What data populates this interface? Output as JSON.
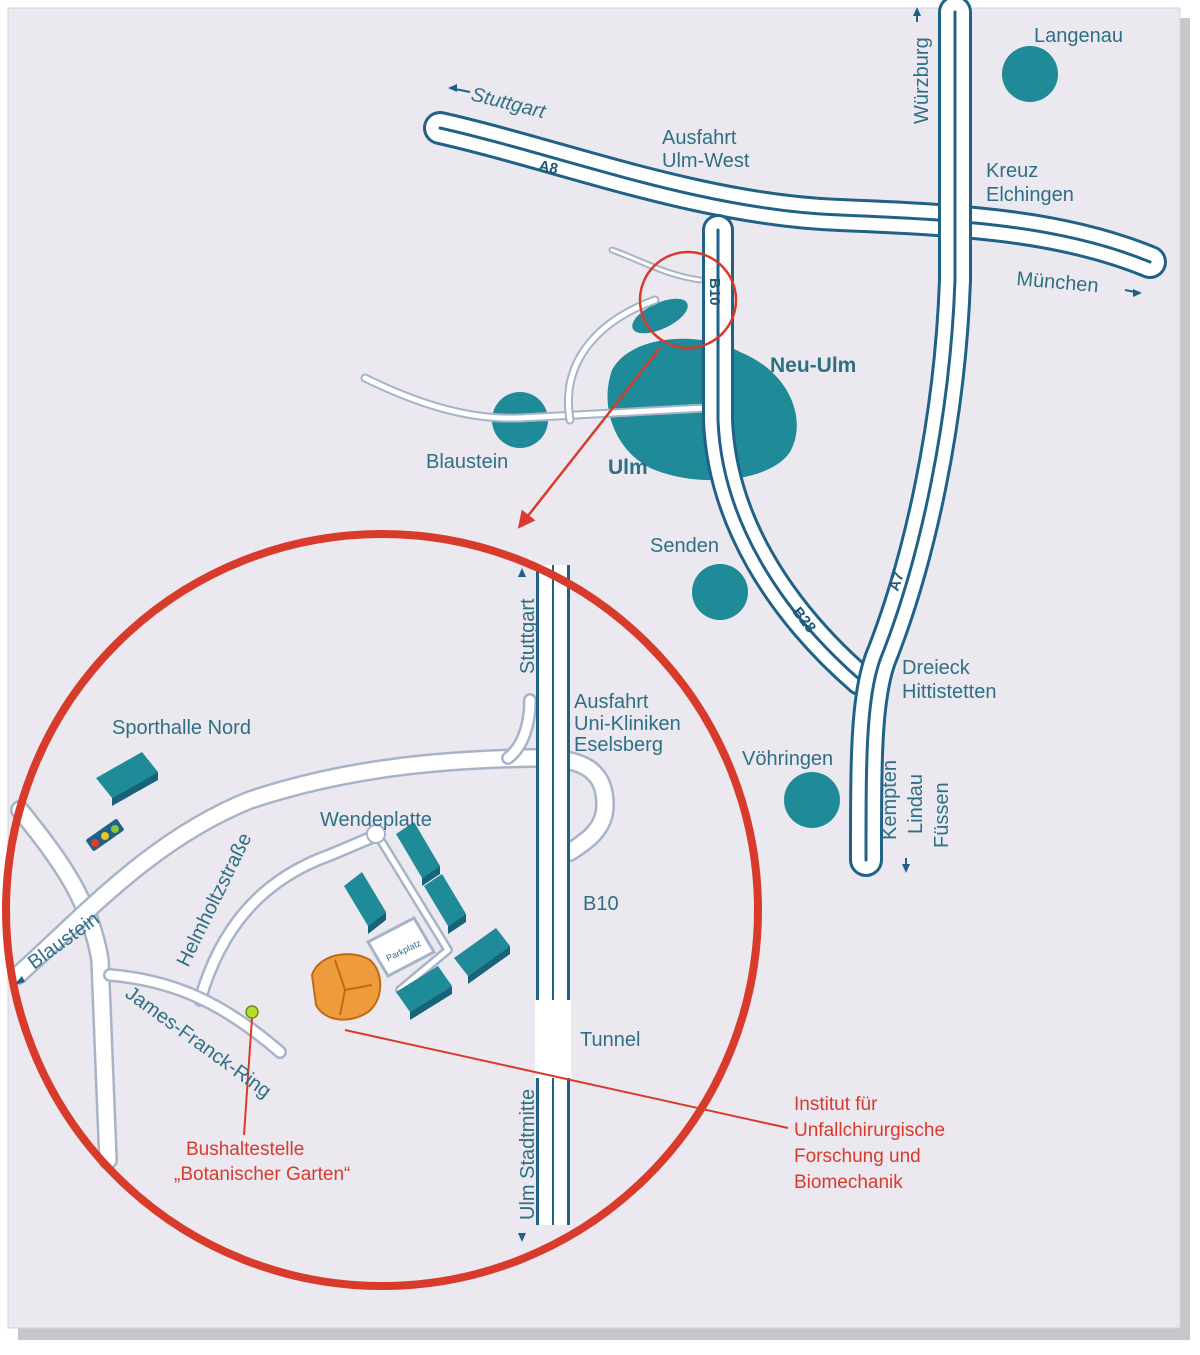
{
  "map": {
    "background": "#ebe9ef",
    "accent_road": "#1f6187",
    "city_color": "#1f8a98",
    "highlight_color": "#d83a2c",
    "institute_color": "#ee9b3b",
    "highways": {
      "a8": "A8",
      "a7": "A7",
      "b10": "B10",
      "b28": "B28"
    },
    "directions": {
      "stuttgart": "Stuttgart",
      "muenchen": "München",
      "wuerzburg": "Würzburg",
      "kempten": "Kempten",
      "lindau": "Lindau",
      "fuessen": "Füssen"
    },
    "junctions": {
      "ulm_west_line1": "Ausfahrt",
      "ulm_west_line2": "Ulm-West",
      "kreuz_line1": "Kreuz",
      "kreuz_line2": "Elchingen",
      "dreieck_line1": "Dreieck",
      "dreieck_line2": "Hittistetten"
    },
    "cities": {
      "langenau": "Langenau",
      "neu_ulm": "Neu-Ulm",
      "ulm": "Ulm",
      "blaustein": "Blaustein",
      "senden": "Senden",
      "voehringen": "Vöhringen"
    },
    "detail": {
      "stuttgart": "Stuttgart",
      "exit_line1": "Ausfahrt",
      "exit_line2": "Uni-Kliniken",
      "exit_line3": "Eselsberg",
      "sporthalle": "Sporthalle Nord",
      "wendeplatte": "Wendeplatte",
      "b10": "B10",
      "helmholtz": "Helmholtzstraße",
      "blaustein": "Blaustein",
      "james_franck": "James-Franck-Ring",
      "tunnel": "Tunnel",
      "ulm_stadtmitte": "Ulm Stadtmitte",
      "parkplatz": "Parkplatz",
      "bus_line1": "Bushaltestelle",
      "bus_line2": "„Botanischer Garten“",
      "inst_line1": "Institut für",
      "inst_line2": "Unfallchirurgische",
      "inst_line3": "Forschung und",
      "inst_line4": "Biomechanik"
    }
  }
}
